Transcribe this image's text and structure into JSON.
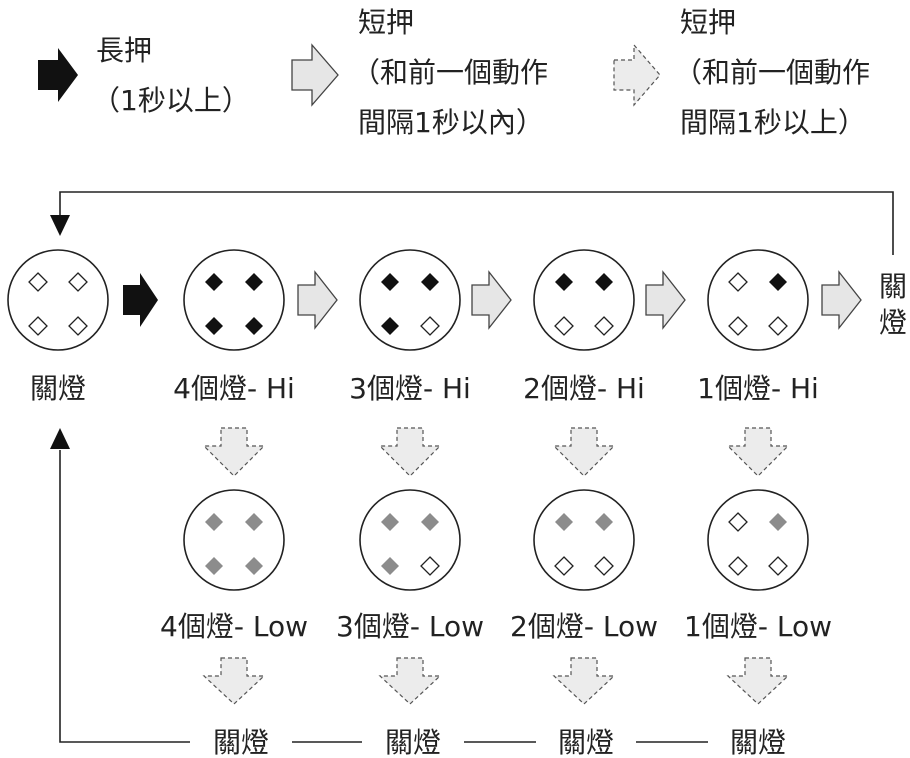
{
  "legend": {
    "long_press": {
      "title": "長押",
      "line2": "（1秒以上）"
    },
    "short_press_quick": {
      "title": "短押",
      "line2": "（和前一個動作",
      "line3": "間隔1秒以內）"
    },
    "short_press_slow": {
      "title": "短押",
      "line2": "（和前一個動作",
      "line3": "間隔1秒以上）"
    }
  },
  "states": {
    "off": {
      "label": "關燈",
      "leds": [
        "empty",
        "empty",
        "empty",
        "empty"
      ]
    },
    "hi": [
      {
        "label": "4個燈- Hi",
        "leds": [
          "filled",
          "filled",
          "filled",
          "filled"
        ]
      },
      {
        "label": "3個燈- Hi",
        "leds": [
          "filled",
          "filled",
          "filled",
          "empty"
        ]
      },
      {
        "label": "2個燈- Hi",
        "leds": [
          "filled",
          "filled",
          "empty",
          "empty"
        ]
      },
      {
        "label": "1個燈- Hi",
        "leds": [
          "empty",
          "filled",
          "empty",
          "empty"
        ]
      }
    ],
    "low": [
      {
        "label": "4個燈- Low",
        "leds": [
          "gray",
          "gray",
          "gray",
          "gray"
        ]
      },
      {
        "label": "3個燈- Low",
        "leds": [
          "gray",
          "gray",
          "gray",
          "empty"
        ]
      },
      {
        "label": "2個燈- Low",
        "leds": [
          "gray",
          "gray",
          "empty",
          "empty"
        ]
      },
      {
        "label": "1個燈- Low",
        "leds": [
          "empty",
          "gray",
          "empty",
          "empty"
        ]
      }
    ],
    "end_off_label": "關燈",
    "bottom_off_labels": [
      "關燈",
      "關燈",
      "關燈",
      "關燈"
    ]
  },
  "colors": {
    "filled": "#111111",
    "gray": "#8c8c8c",
    "outline": "#222222",
    "arrow_light_fill": "#e6e6e6"
  },
  "icons": {
    "long_press": "solid-black-arrow-icon",
    "short_quick": "light-gray-arrow-icon",
    "short_slow": "dashed-arrow-icon"
  }
}
